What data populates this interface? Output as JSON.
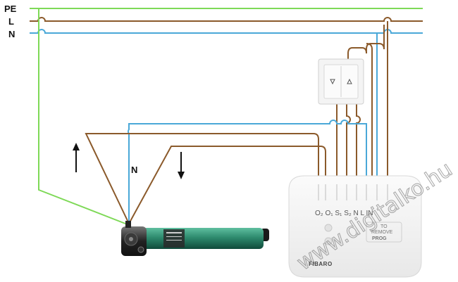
{
  "labels": {
    "pe": "PE",
    "l": "L",
    "n": "N",
    "motor_n": "N"
  },
  "module": {
    "terminals": "O₂ O₁ S₁ S₂ N  L  IN",
    "to_remove_line1": "TO",
    "to_remove_line2": "REMOVE",
    "prog": "PROG",
    "brand": "FIBARO"
  },
  "watermark": "www.digitalko.hu",
  "colors": {
    "pe": "#7ed957",
    "l": "#8b5a2b",
    "n": "#4aa8d8",
    "motor_body": "#2e8b6e",
    "background": "#ffffff"
  },
  "icons": {
    "up_arrow": "arrow-up-icon",
    "down_arrow": "arrow-down-icon",
    "switch_up": "triangle-up-icon",
    "switch_down": "triangle-down-icon"
  }
}
